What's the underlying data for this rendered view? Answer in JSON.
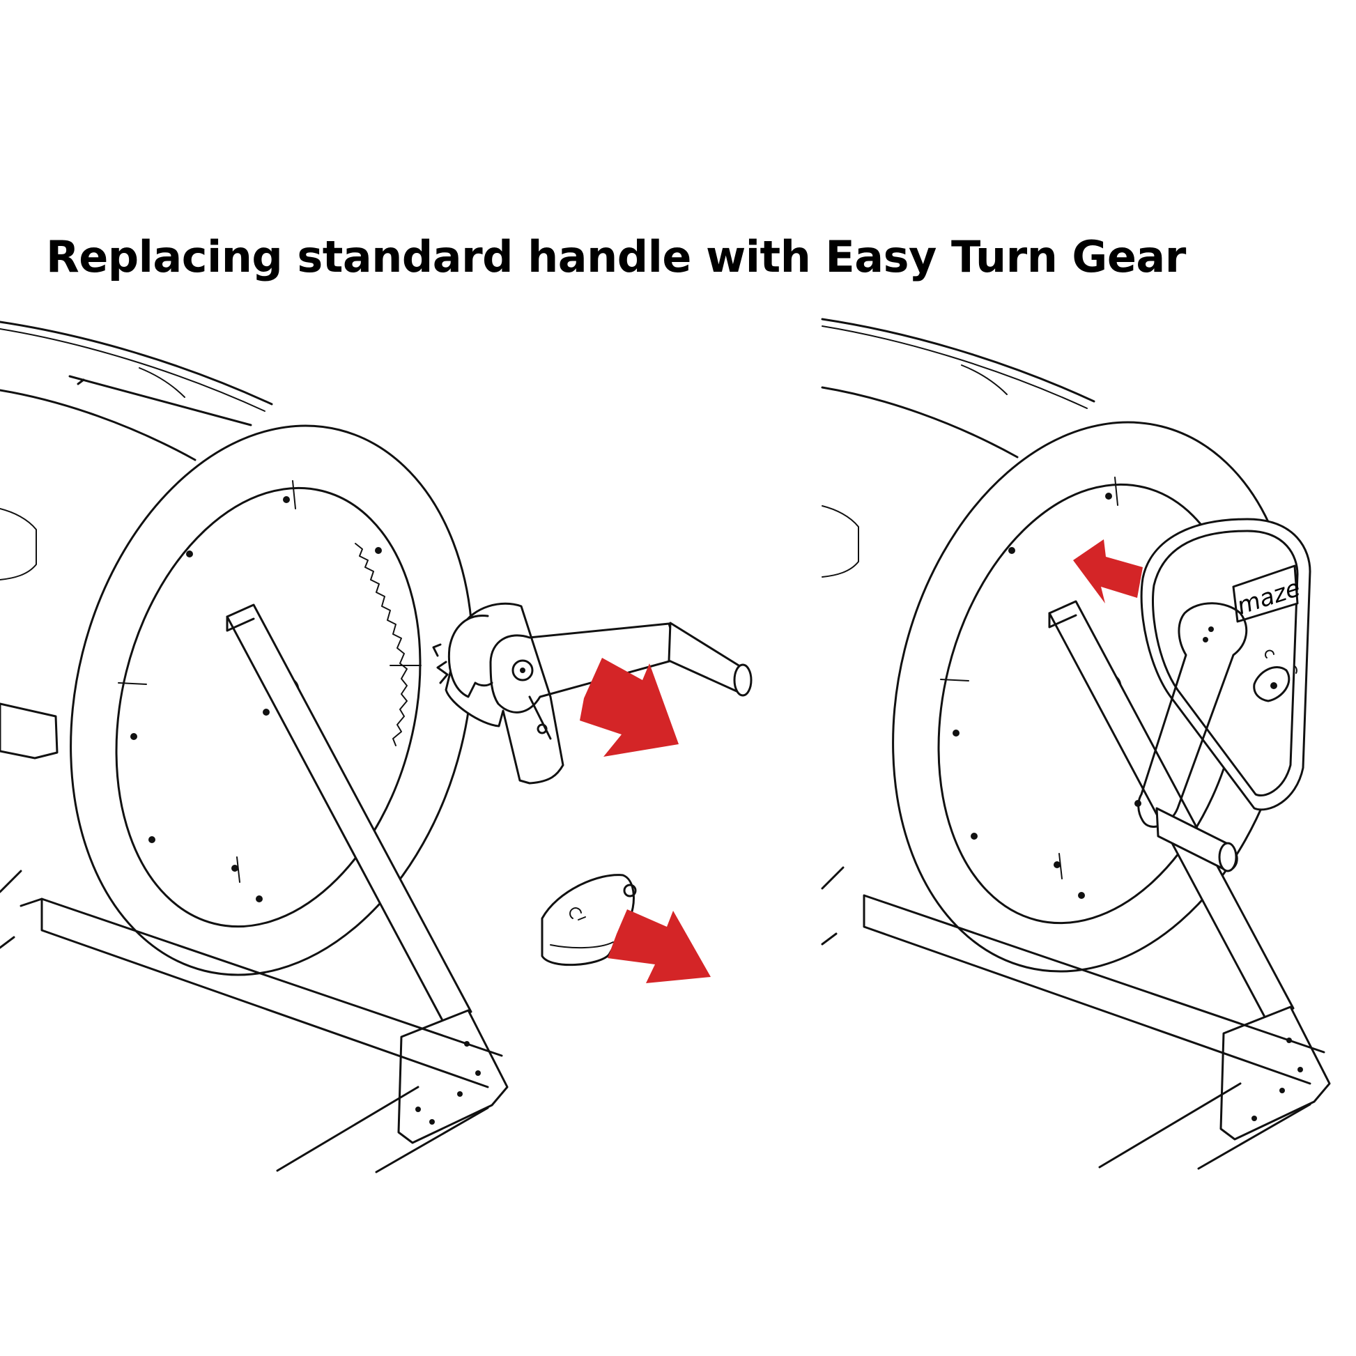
{
  "title": "Replacing standard handle with Easy Turn Gear",
  "logo_text": "maze",
  "colors": {
    "handle_green": "#8cc21f",
    "arrow_red": "#d42527",
    "line": "#111111",
    "background": "#ffffff"
  },
  "icons": {
    "arrow_remove_handle": "arrow-down-right",
    "arrow_remove_cap": "arrow-down-right",
    "arrow_install_gear": "arrow-left"
  }
}
